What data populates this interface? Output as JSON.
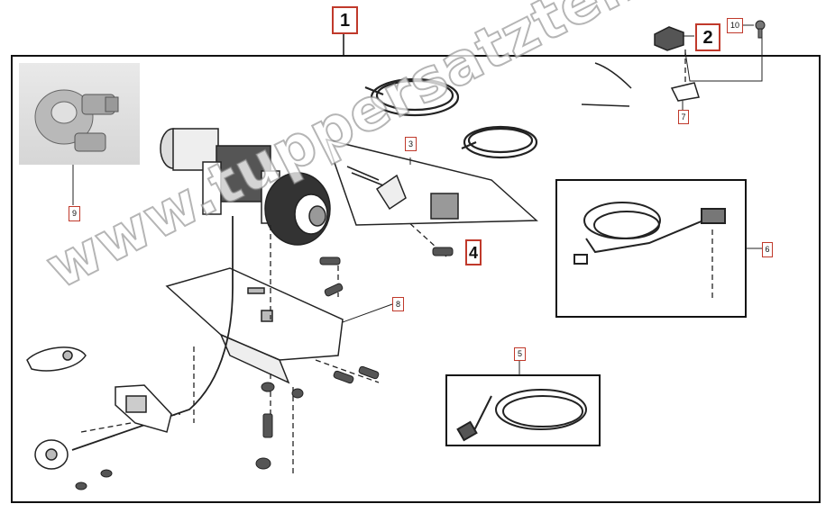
{
  "diagram": {
    "callouts": [
      {
        "id": "c1",
        "label": "1"
      },
      {
        "id": "c2",
        "label": "2"
      },
      {
        "id": "c3",
        "label": "3"
      },
      {
        "id": "c4",
        "label": "4"
      },
      {
        "id": "c5",
        "label": "5"
      },
      {
        "id": "c6",
        "label": "6"
      },
      {
        "id": "c7",
        "label": "7"
      },
      {
        "id": "c8",
        "label": "8"
      },
      {
        "id": "c9",
        "label": "9"
      },
      {
        "id": "c10",
        "label": "10"
      }
    ],
    "watermark": "www.tuppersatzteile.de",
    "colors": {
      "frame": "#111111",
      "callout_border": "#c0392b",
      "drawing": "#222222"
    }
  }
}
